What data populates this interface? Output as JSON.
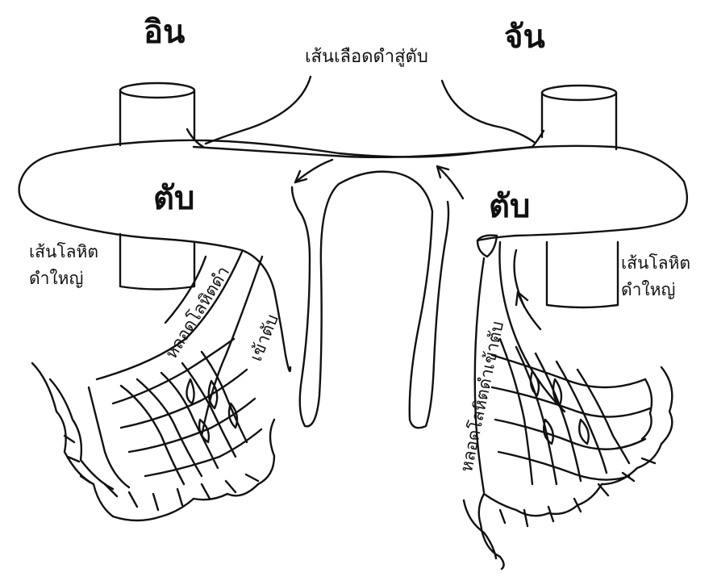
{
  "labels": {
    "person_left": "อิน",
    "person_right": "จัน",
    "shared_vessel": "เส้นเลือดดำสู่ตับ",
    "liver_left": "ตับ",
    "liver_right": "ตับ",
    "vena_left_line1": "เส้นโลหิต",
    "vena_left_line2": "ดำใหญ่",
    "vena_right_line1": "เส้นโลหิต",
    "vena_right_line2": "ดำใหญ่",
    "portal_left_part1": "หลอดโลหิตดำ",
    "portal_left_part2": "เข้าตับ",
    "portal_right": "หลอดโลหิตดำเข้าตับ"
  },
  "colors": {
    "ink": "#111111",
    "paper": "#ffffff"
  }
}
